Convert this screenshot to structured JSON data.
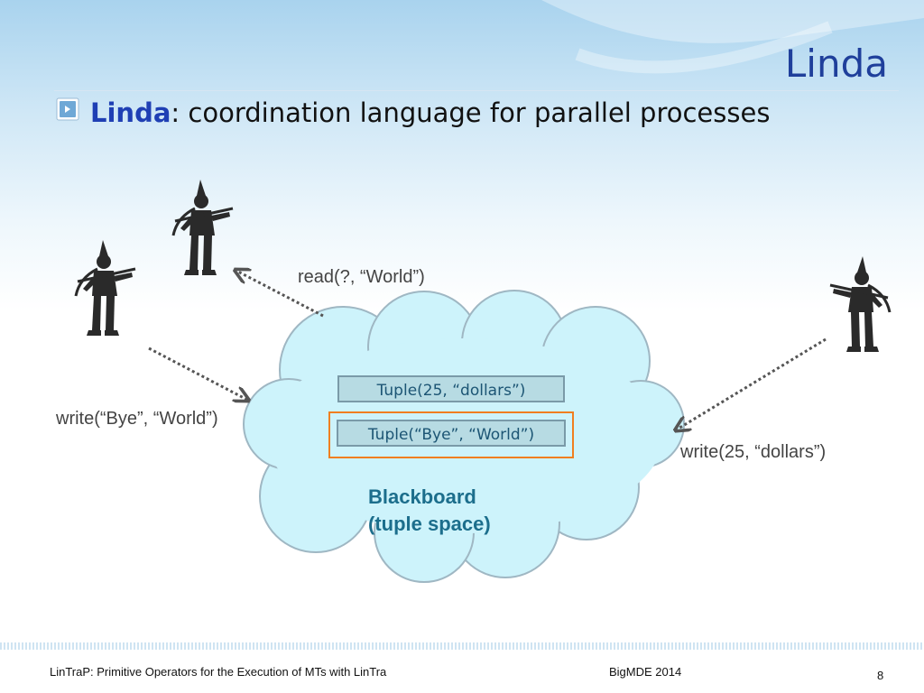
{
  "slide": {
    "title": "Linda",
    "heading_keyword": "Linda",
    "heading_rest": ": coordination language for parallel processes"
  },
  "diagram": {
    "read_label": "read(?, “World”)",
    "write_left_label": "write(“Bye”, “World”)",
    "write_right_label": "write(25, “dollars”)",
    "tuple_1": "Tuple(25, “dollars”)",
    "tuple_2": "Tuple(“Bye”, “World”)",
    "blackboard_line1": "Blackboard",
    "blackboard_line2": "(tuple space)"
  },
  "footer": {
    "left": "LinTraP: Primitive Operators for the Execution of MTs with LinTra",
    "center": "BigMDE 2014",
    "page": "8"
  },
  "colors": {
    "title": "#1f3f9b",
    "keyword": "#1f3fb4",
    "cloud_fill": "#cdf3fb",
    "cloud_stroke": "#9fb7c3",
    "tuple_fill": "#b7dbe3",
    "highlight": "#f07f20",
    "figure": "#2a2a2a"
  }
}
